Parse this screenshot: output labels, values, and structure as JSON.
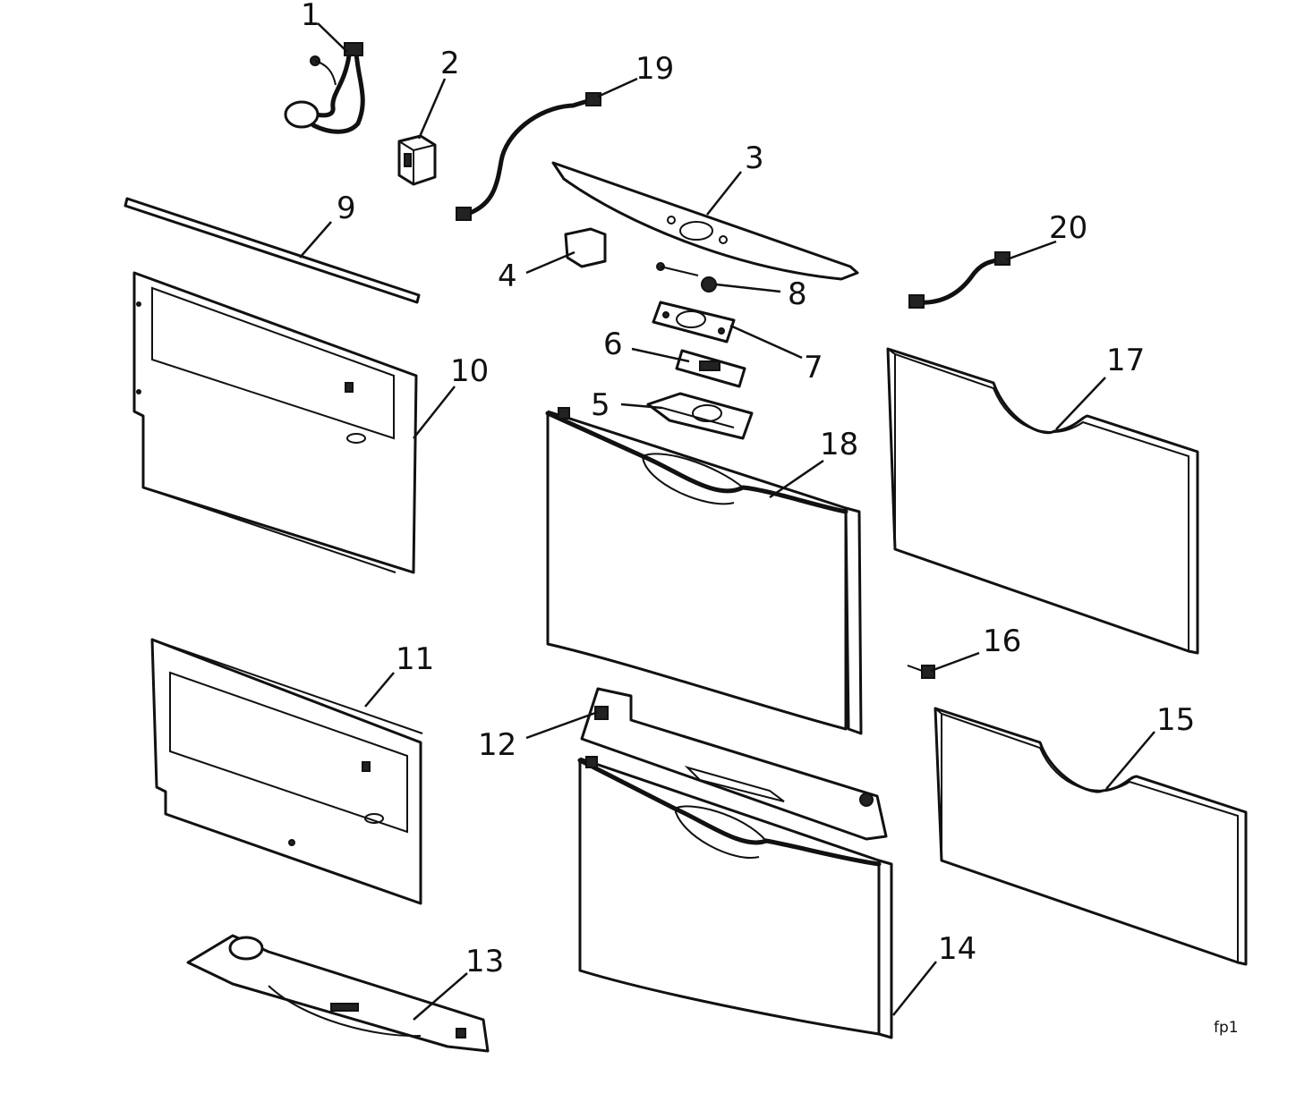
{
  "callouts": {
    "c1": "1",
    "c2": "2",
    "c3": "3",
    "c4": "4",
    "c5": "5",
    "c6": "6",
    "c7": "7",
    "c8": "8",
    "c9": "9",
    "c10": "10",
    "c11": "11",
    "c12": "12",
    "c13": "13",
    "c14": "14",
    "c15": "15",
    "c16": "16",
    "c17": "17",
    "c18": "18",
    "c19": "19",
    "c20": "20"
  },
  "page_code": "fp1"
}
